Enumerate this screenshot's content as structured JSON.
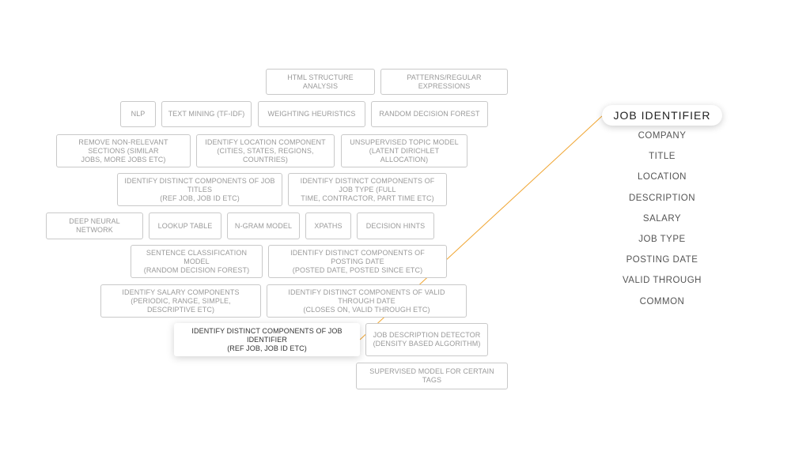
{
  "accent_color": "#f0a531",
  "method_boxes": [
    {
      "id": "html-structure-analysis",
      "lines": [
        "HTML STRUCTURE ANALYSIS"
      ]
    },
    {
      "id": "patterns-regular-expressions",
      "lines": [
        "PATTERNS/REGULAR EXPRESSIONS"
      ]
    },
    {
      "id": "nlp",
      "lines": [
        "NLP"
      ]
    },
    {
      "id": "text-mining",
      "lines": [
        "TEXT MINING (TF-IDF)"
      ]
    },
    {
      "id": "weighting-heuristics",
      "lines": [
        "WEIGHTING HEURISTICS"
      ]
    },
    {
      "id": "random-decision-forest",
      "lines": [
        "RANDOM DECISION FOREST"
      ]
    },
    {
      "id": "remove-non-relevant-sections",
      "lines": [
        "REMOVE NON-RELEVANT SECTIONS (SIMILAR",
        "JOBS, MORE JOBS ETC)"
      ]
    },
    {
      "id": "identify-location-component",
      "lines": [
        "IDENTIFY LOCATION COMPONENT",
        "(CITIES, STATES, REGIONS, COUNTRIES)"
      ]
    },
    {
      "id": "unsupervised-topic-model",
      "lines": [
        "UNSUPERVISED TOPIC MODEL",
        "(LATENT DIRICHLET ALLOCATION)"
      ]
    },
    {
      "id": "components-job-titles",
      "lines": [
        "IDENTIFY DISTINCT COMPONENTS OF JOB TITLES",
        "(REF JOB, JOB ID ETC)"
      ]
    },
    {
      "id": "components-job-type",
      "lines": [
        "IDENTIFY DISTINCT COMPONENTS OF JOB TYPE (FULL",
        "TIME, CONTRACTOR, PART TIME ETC)"
      ]
    },
    {
      "id": "deep-neural-network",
      "lines": [
        "DEEP NEURAL NETWORK"
      ]
    },
    {
      "id": "lookup-table",
      "lines": [
        "LOOKUP TABLE"
      ]
    },
    {
      "id": "n-gram-model",
      "lines": [
        "N-GRAM MODEL"
      ]
    },
    {
      "id": "xpaths",
      "lines": [
        "XPATHS"
      ]
    },
    {
      "id": "decision-hints",
      "lines": [
        "DECISION HINTS"
      ]
    },
    {
      "id": "sentence-classification-model",
      "lines": [
        "SENTENCE CLASSIFICATION MODEL",
        "(RANDOM DECISION FOREST)"
      ]
    },
    {
      "id": "components-posting-date",
      "lines": [
        "IDENTIFY DISTINCT COMPONENTS OF POSTING DATE",
        "(POSTED DATE, POSTED SINCE ETC)"
      ]
    },
    {
      "id": "identify-salary-components",
      "lines": [
        "IDENTIFY SALARY COMPONENTS",
        "(PERIODIC, RANGE, SIMPLE, DESCRIPTIVE ETC)"
      ]
    },
    {
      "id": "components-valid-through-date",
      "lines": [
        "IDENTIFY DISTINCT COMPONENTS OF VALID THROUGH DATE",
        "(CLOSES ON, VALID THROUGH ETC)"
      ]
    },
    {
      "id": "components-job-identifier",
      "lines": [
        "IDENTIFY DISTINCT COMPONENTS OF JOB IDENTIFIER",
        "(REF JOB, JOB ID ETC)"
      ],
      "active": true
    },
    {
      "id": "job-description-detector",
      "lines": [
        "JOB DESCRIPTION DETECTOR",
        "(DENSITY BASED ALGORITHM)"
      ]
    },
    {
      "id": "supervised-model-certain-tags",
      "lines": [
        "SUPERVISED MODEL FOR CERTAIN TAGS"
      ]
    }
  ],
  "fields": [
    {
      "label": "JOB IDENTIFIER",
      "active": true
    },
    {
      "label": "COMPANY"
    },
    {
      "label": "TITLE"
    },
    {
      "label": "LOCATION"
    },
    {
      "label": "DESCRIPTION"
    },
    {
      "label": "SALARY"
    },
    {
      "label": "JOB TYPE"
    },
    {
      "label": "POSTING DATE"
    },
    {
      "label": "VALID THROUGH"
    },
    {
      "label": "COMMON"
    }
  ]
}
